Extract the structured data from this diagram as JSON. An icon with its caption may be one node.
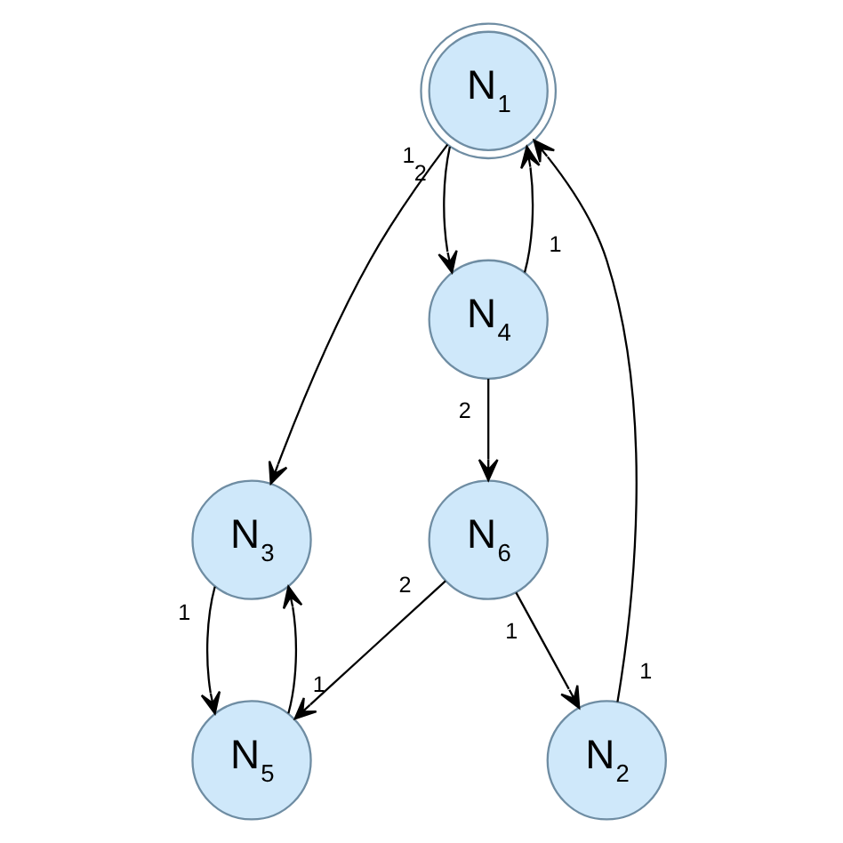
{
  "diagram": {
    "nodes": [
      {
        "text": [
          "N$_{1}$"
        ]
      },
      {
        "text": [
          "N$_{2}$"
        ]
      },
      {
        "text": [
          "N$_{3}$"
        ]
      },
      {
        "text": [
          "N$_{4}$"
        ]
      },
      {
        "text": [
          "N$_{5}$"
        ]
      },
      {
        "text": [
          "N$_{6}$"
        ]
      }
    ],
    "edges": [
      {
        "from": 1,
        "to": 0,
        "arrow": "to",
        "label": "1"
      },
      {
        "from": 0,
        "to": 2,
        "arrow": "to",
        "label": "1"
      },
      {
        "from": 0,
        "to": 3,
        "arrow": "to",
        "label": "2"
      },
      {
        "from": 3,
        "to": 0,
        "arrow": "to",
        "label": "1"
      },
      {
        "from": 2,
        "to": 4,
        "arrow": "to",
        "label": "1"
      },
      {
        "from": 4,
        "to": 2,
        "arrow": "to",
        "label": "1"
      },
      {
        "from": 3,
        "to": 5,
        "arrow": "to",
        "label": "2"
      },
      {
        "from": 5,
        "to": 1,
        "arrow": "to",
        "label": "1"
      },
      {
        "from": 5,
        "to": 4,
        "arrow": "to",
        "label": "2"
      }
    ]
  }
}
